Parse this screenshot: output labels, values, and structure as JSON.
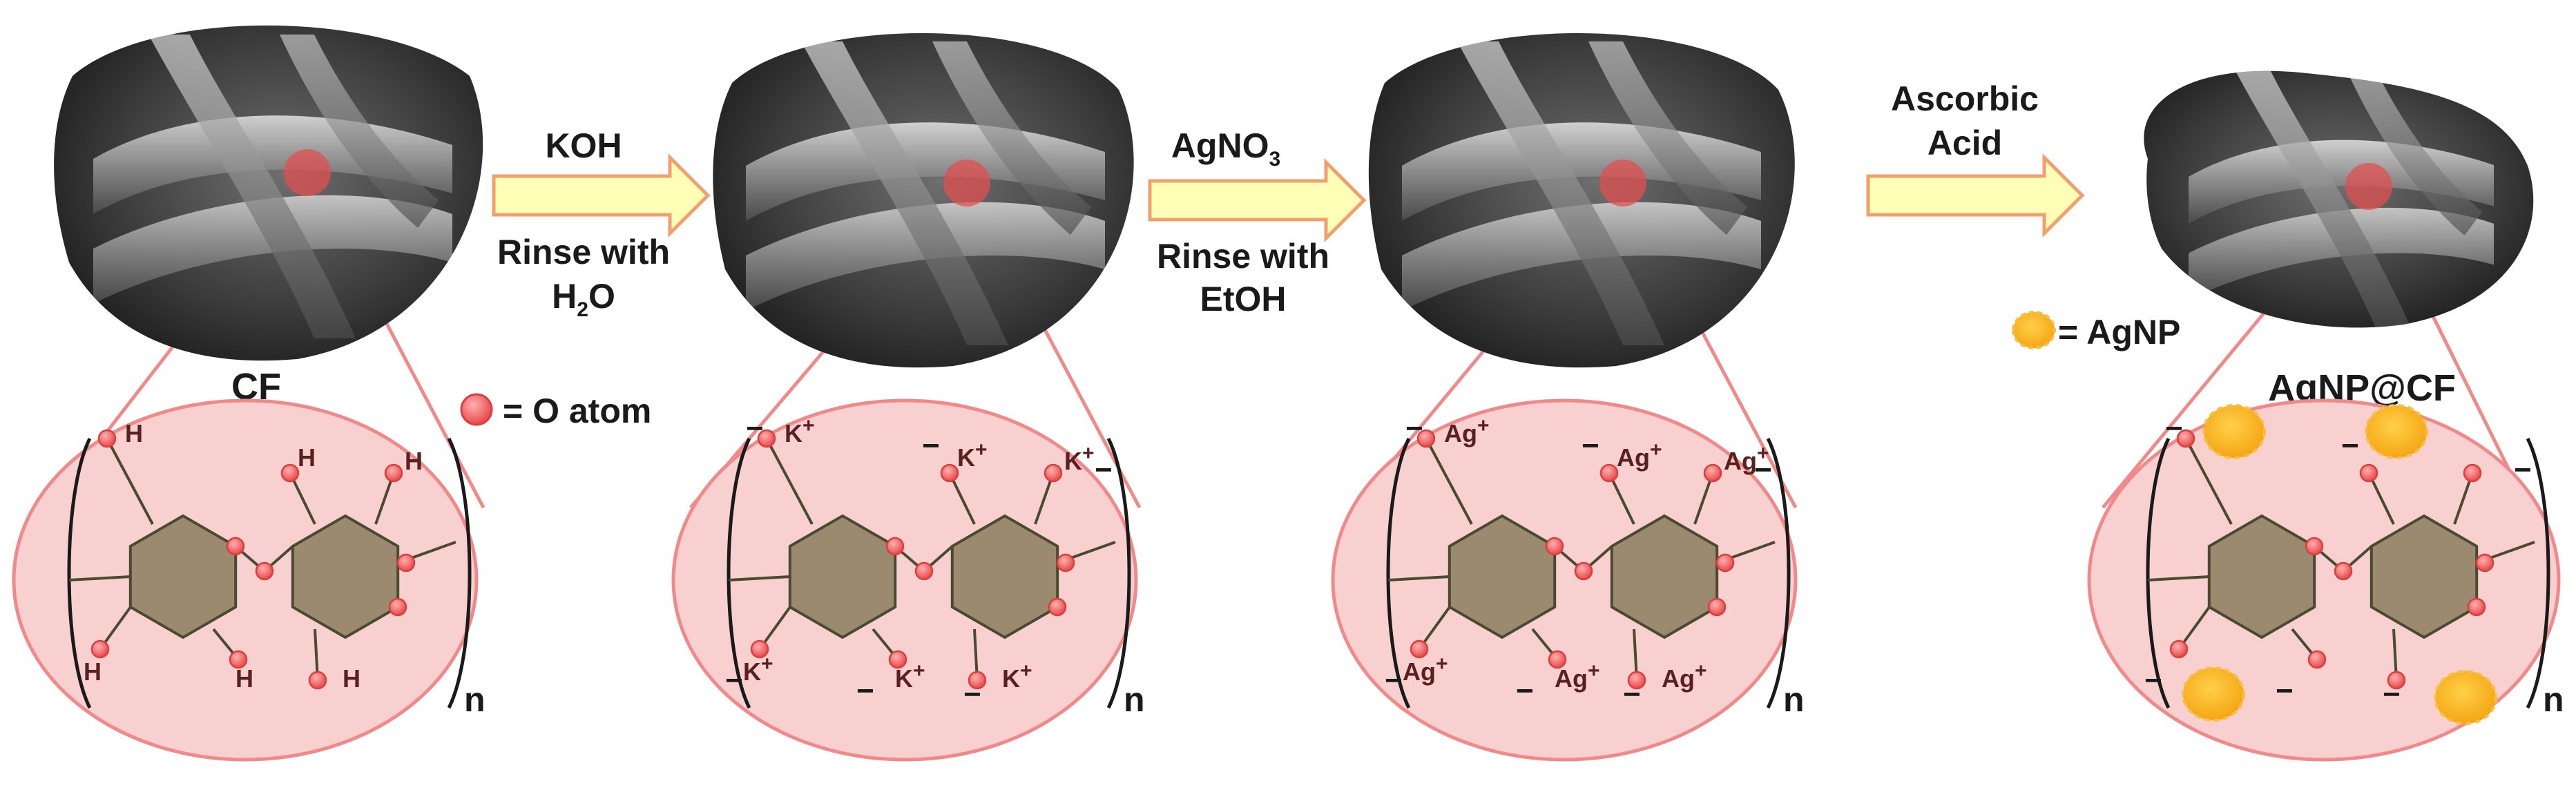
{
  "steps": [
    {
      "top": "KOH",
      "bottom": [
        "Rinse with",
        "H2O"
      ]
    },
    {
      "top": "AgNO3",
      "bottom": [
        "Rinse with",
        "EtOH"
      ]
    },
    {
      "top": [
        "Ascorbic",
        "Acid"
      ],
      "bottom": []
    }
  ],
  "labels": {
    "cf": "CF",
    "o_legend": "= O atom",
    "agnp_legend": "= AgNP",
    "agnp_cf": "AgNP@CF",
    "repeat_n": "n"
  },
  "atoms": {
    "h": "H",
    "k": "K",
    "ag": "Ag",
    "plus": "+",
    "minus": "−",
    "h2o_main": "H",
    "h2o_sub": "2",
    "h2o_tail": "O",
    "agno3_main": "AgNO",
    "agno3_sub": "3"
  },
  "colors": {
    "sem_dark": "#1b1b1b",
    "sem_fiber": "#9a9a9a",
    "zoom_fill": "#f9d0d0",
    "zoom_stroke": "#f08a8a",
    "oxygen": "#f45b5b",
    "ring": "#9c8a70",
    "arrow_fill": "#ffffb8",
    "arrow_stroke": "#f0a070",
    "agnp": "#f7b21c"
  }
}
